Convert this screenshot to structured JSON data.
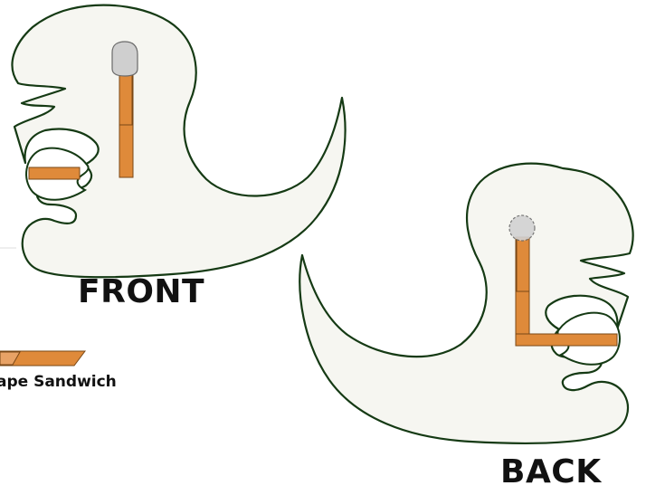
{
  "labels": {
    "front": "FRONT",
    "back": "BACK",
    "sandwich": "ape Sandwich"
  },
  "colors": {
    "body_fill": "#f6f6f1",
    "outline": "#153a14",
    "stick": "#df8a3a",
    "stick_edge": "#7a4816",
    "pin_cap": "#c9c9c9",
    "text": "#111111"
  }
}
